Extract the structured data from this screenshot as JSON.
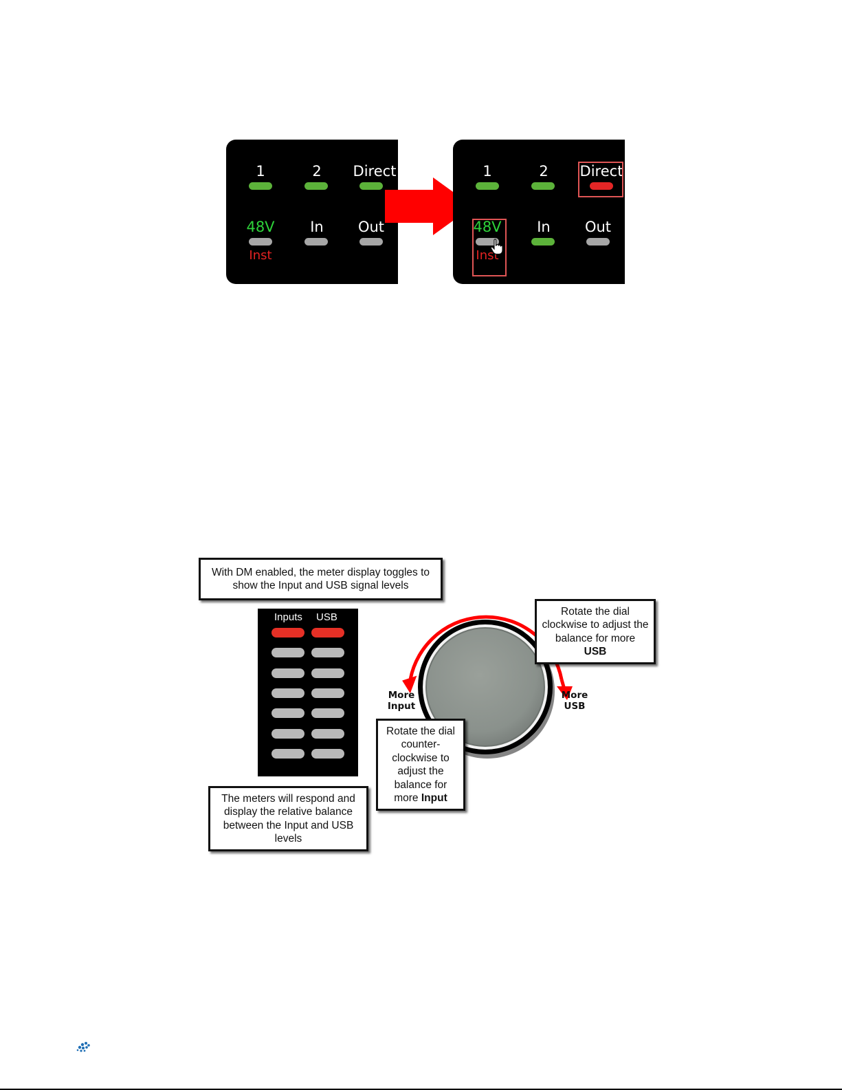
{
  "panel_before": {
    "top_labels": [
      "1",
      "2",
      "Direct"
    ],
    "bottom_labels": [
      "48V",
      "In",
      "Out"
    ],
    "sub_label": "Inst"
  },
  "panel_after": {
    "top_labels": [
      "1",
      "2",
      "Direct"
    ],
    "bottom_labels": [
      "48V",
      "In",
      "Out"
    ],
    "sub_label": "Inst"
  },
  "callouts": {
    "meter_toggle": "With DM enabled, the meter display toggles to show the Input and USB signal levels",
    "meter_respond": "The meters will respond and display the relative balance between the Input and USB levels",
    "clockwise_pre": "Rotate the dial clockwise to adjust the balance for more",
    "clockwise_bold": "USB",
    "counter_pre": "Rotate the dial counter-clockwise to adjust the balance for more",
    "counter_bold": "Input"
  },
  "meter": {
    "col1": "Inputs",
    "col2": "USB"
  },
  "dial": {
    "left_label_1": "More",
    "left_label_2": "Input",
    "right_label_1": "More",
    "right_label_2": "USB"
  },
  "colors": {
    "led_green": "#5cb23a",
    "led_red": "#e32626",
    "led_gray": "#a6a6a6",
    "arrow_red": "#ff0000"
  }
}
